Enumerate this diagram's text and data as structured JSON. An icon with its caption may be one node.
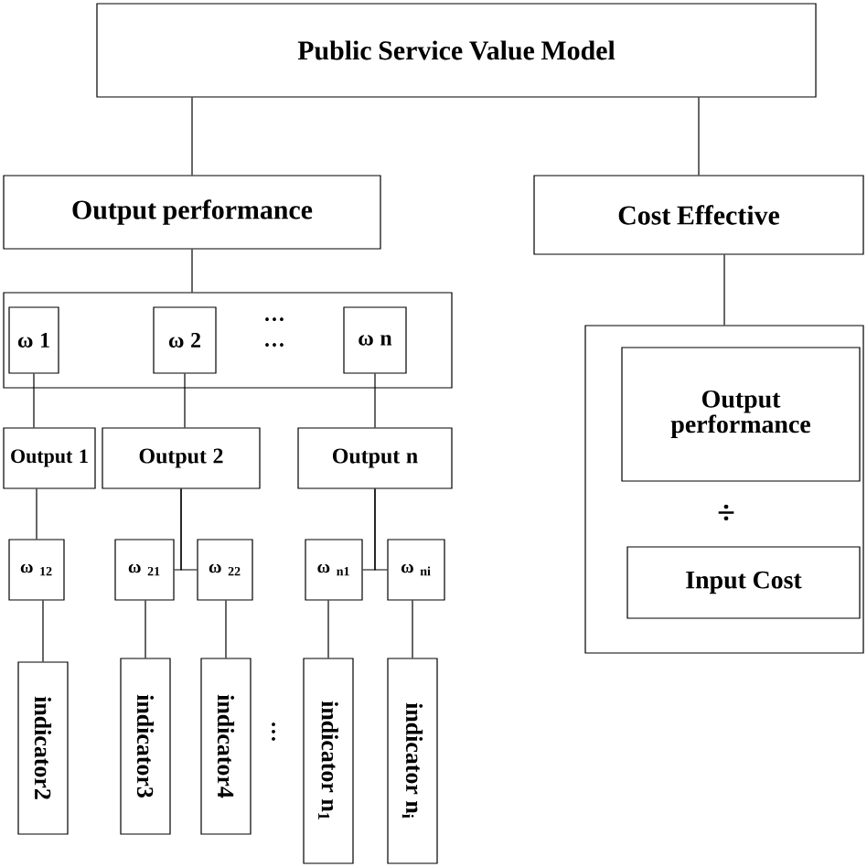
{
  "diagram": {
    "nodes": [
      {
        "text": [
          "Public Service Value Model"
        ]
      },
      {
        "text": [
          "Output performance"
        ]
      },
      {
        "text": [
          "Cost Effective"
        ]
      },
      {
        "text": [],
        "shape": "box"
      },
      {
        "text": [
          "ω 1"
        ],
        "in": 3
      },
      {
        "text": [
          "ω 2"
        ],
        "in": 3
      },
      {
        "text": [
          "ω n"
        ],
        "in": 3
      },
      {
        "text": [
          "Output 1"
        ]
      },
      {
        "text": [
          "Output 2"
        ]
      },
      {
        "text": [
          "Output n"
        ]
      },
      {
        "text": [
          "ω $_{12}$"
        ]
      },
      {
        "text": [
          "ω $_{21}$"
        ]
      },
      {
        "text": [
          "ω $_{22}$"
        ]
      },
      {
        "text": [
          "ω $_{n1}$"
        ]
      },
      {
        "text": [
          "ω $_{ni}$"
        ]
      },
      {
        "text": [
          "indicator2"
        ]
      },
      {
        "text": [
          "indicator3"
        ]
      },
      {
        "text": [
          "indicator4"
        ]
      },
      {
        "text": [
          "indicator n$_{1}$"
        ]
      },
      {
        "text": [
          "indicator n$_{i}$"
        ]
      },
      {
        "text": [],
        "shape": "box"
      },
      {
        "text": [
          "Output performance"
        ],
        "in": 20
      },
      {
        "text": [
          "Input Cost"
        ],
        "in": 20
      }
    ],
    "edges": [
      {
        "from": 0,
        "to": 1,
        "arrow": "none"
      },
      {
        "from": 0,
        "to": 2,
        "arrow": "none"
      },
      {
        "from": 1,
        "to": 3,
        "arrow": "none"
      },
      {
        "from": 2,
        "to": 20,
        "arrow": "none"
      },
      {
        "from": 4,
        "to": 7,
        "arrow": "none"
      },
      {
        "from": 5,
        "to": 8,
        "arrow": "none"
      },
      {
        "from": 6,
        "to": 9,
        "arrow": "none"
      },
      {
        "from": 7,
        "to": 10,
        "arrow": "none"
      },
      {
        "from": 8,
        "to": 11,
        "arrow": "none"
      },
      {
        "from": 8,
        "to": 12,
        "arrow": "none"
      },
      {
        "from": 9,
        "to": 13,
        "arrow": "none"
      },
      {
        "from": 9,
        "to": 14,
        "arrow": "none"
      },
      {
        "from": 10,
        "to": 15,
        "arrow": "none"
      },
      {
        "from": 11,
        "to": 16,
        "arrow": "none"
      },
      {
        "from": 12,
        "to": 17,
        "arrow": "none"
      },
      {
        "from": 13,
        "to": 18,
        "arrow": "none"
      },
      {
        "from": 14,
        "to": 19,
        "arrow": "none"
      }
    ],
    "labels": [
      "···",
      "···",
      "···",
      "÷"
    ]
  }
}
